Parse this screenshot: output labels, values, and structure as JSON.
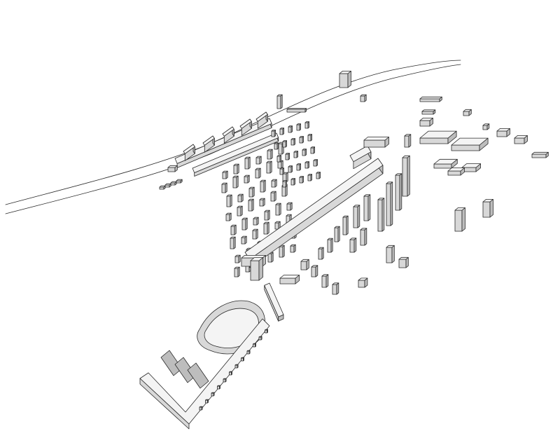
{
  "diagram": {
    "kind": "axonometric-site-massing",
    "colors": {
      "background": "#ffffff",
      "line": "#2a2a2a",
      "top_face": "#f4f4f4",
      "left_face": "#d8d8d8",
      "right_face": "#bdbdbd"
    },
    "groups": [
      "river-band",
      "waterfront-piers",
      "tower-grid",
      "linear-slab",
      "high-rise-cluster",
      "east-block",
      "stadium",
      "south-terminal",
      "scattered-blocks"
    ]
  }
}
